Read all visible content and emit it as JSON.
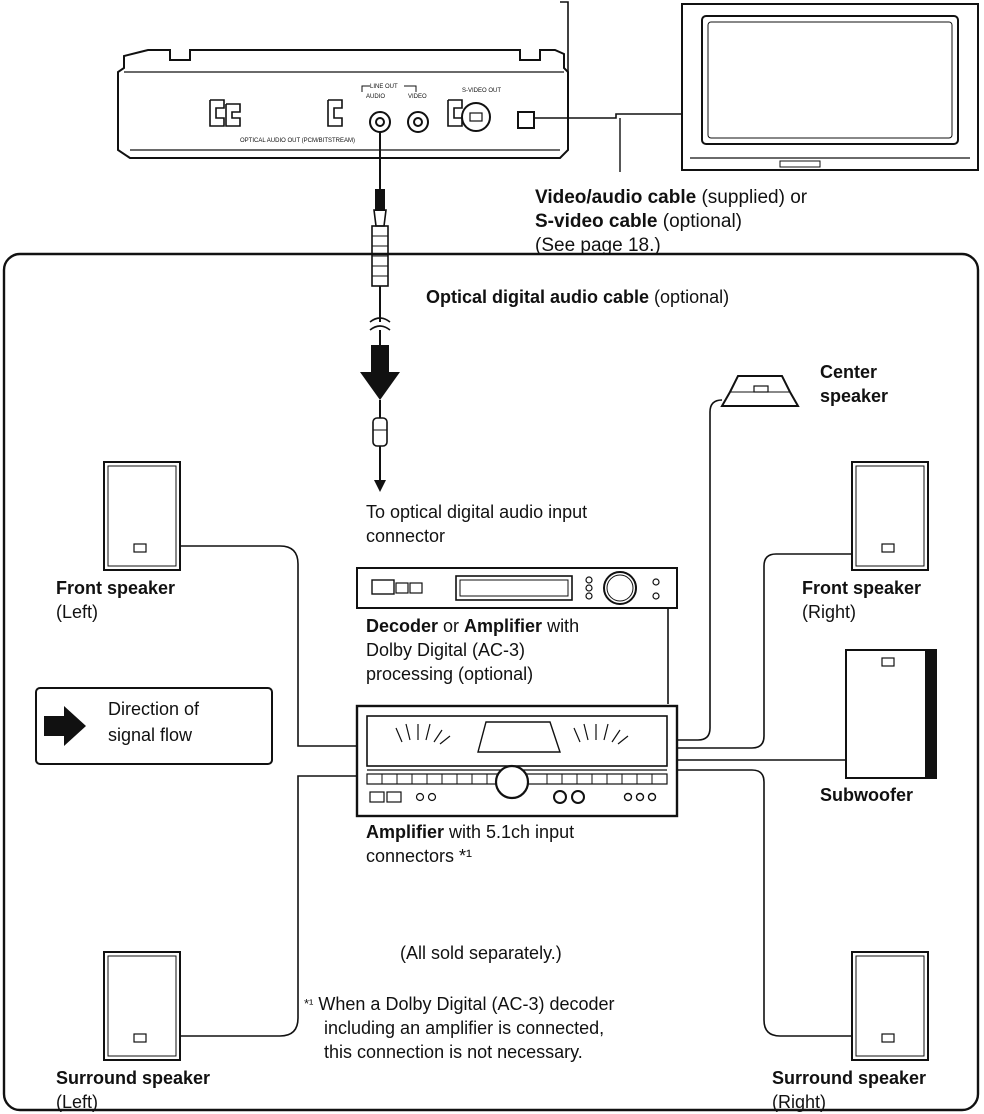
{
  "player_panel": {
    "line_out": "LINE OUT",
    "audio": "AUDIO",
    "video": "VIDEO",
    "svideo_out": "S-VIDEO OUT",
    "optical_out": "OPTICAL AUDIO OUT (PCM/BITSTREAM)"
  },
  "video_cable": {
    "bold1": "Video/audio cable",
    "rest1": " (supplied) or",
    "bold2": "S-video cable",
    "rest2": " (optional)",
    "line3": "(See page 18.)"
  },
  "optical_cable": {
    "bold": "Optical digital audio cable",
    "rest": " (optional)"
  },
  "optical_input": {
    "line1": "To optical digital audio input",
    "line2": "connector"
  },
  "decoder": {
    "bold1": "Decoder",
    "mid": " or ",
    "bold2": "Amplifier",
    "rest": " with",
    "line2": "Dolby Digital (AC-3)",
    "line3": "processing (optional)"
  },
  "amplifier": {
    "bold": "Amplifier",
    "rest": " with 5.1ch input",
    "line2": "connectors *¹"
  },
  "center_speaker": {
    "line1": "Center",
    "line2": "speaker"
  },
  "front_left": {
    "bold": "Front speaker",
    "sub": "(Left)"
  },
  "front_right": {
    "bold": "Front speaker",
    "sub": "(Right)"
  },
  "subwoofer": {
    "bold": "Subwoofer"
  },
  "surround_left": {
    "bold": "Surround speaker",
    "sub": "(Left)"
  },
  "surround_right": {
    "bold": "Surround speaker",
    "sub": "(Right)"
  },
  "legend": {
    "line1": "Direction of",
    "line2": "signal flow"
  },
  "sold_separately": "(All sold separately.)",
  "footnote": {
    "marker": "*¹",
    "line1": "When a Dolby Digital (AC-3) decoder",
    "line2": "including an amplifier is connected,",
    "line3": "this connection is not necessary."
  }
}
